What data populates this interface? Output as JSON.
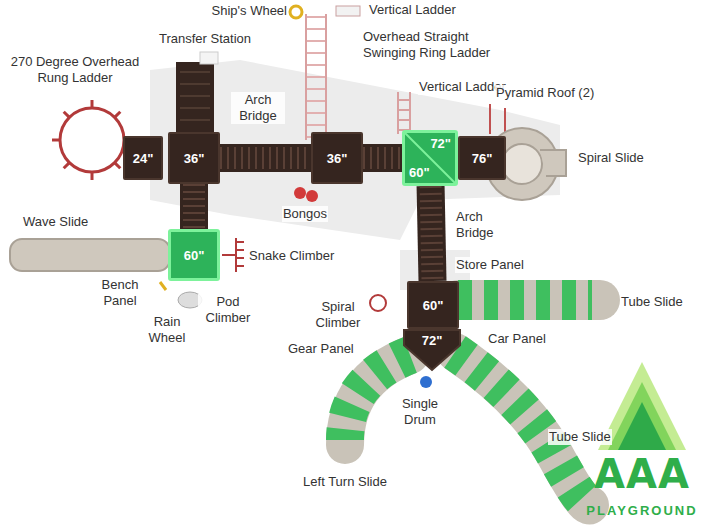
{
  "diagram": {
    "nodes": [
      {
        "text": [
          "24\""
        ]
      },
      {
        "text": [
          "36\""
        ]
      },
      {
        "text": [
          "36\""
        ]
      },
      {
        "text": [
          "72\"",
          "60\""
        ]
      },
      {
        "text": [
          "76\""
        ]
      },
      {
        "text": [
          "60\""
        ]
      },
      {
        "text": [
          "60\""
        ]
      },
      {
        "text": [
          "72\""
        ]
      }
    ],
    "edges": [
      {
        "from": 1,
        "to": 2,
        "arrow": "none"
      },
      {
        "from": 2,
        "to": 3,
        "arrow": "none"
      },
      {
        "from": 1,
        "to": 5,
        "arrow": "none"
      },
      {
        "from": 3,
        "to": 6,
        "arrow": "none"
      }
    ],
    "labels": [
      "Ship's Wheel",
      "Vertical Ladder",
      "Transfer Station",
      "270 Degree Overhead Rung Ladder",
      "Overhead Straight Swinging Ring Ladder",
      "Vertical Ladder",
      "Pyramid Roof (2)",
      "Arch Bridge",
      "Spiral Slide",
      "Wave Slide",
      "Bongos",
      "Arch Bridge",
      "Snake Climber",
      "Store Panel",
      "Tube Slide",
      "Bench Panel",
      "Pod Climber",
      "Spiral Climber",
      "Rain Wheel",
      "Gear Panel",
      "Car Panel",
      "Single Drum",
      "Tube Slide",
      "Left Turn Slide",
      "AAA",
      "PLAYGROUND"
    ]
  }
}
